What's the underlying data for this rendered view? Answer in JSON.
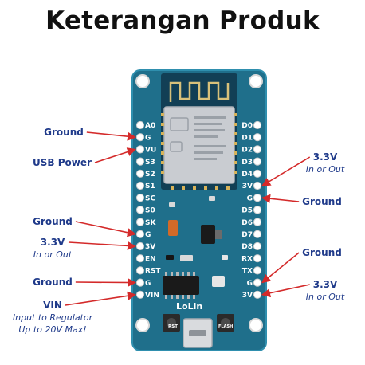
{
  "title": "Keterangan Produk",
  "board": {
    "left_pins": [
      "A0",
      "G",
      "VU",
      "S3",
      "S2",
      "S1",
      "SC",
      "S0",
      "SK",
      "G",
      "3V",
      "EN",
      "RST",
      "G",
      "VIN"
    ],
    "right_pins": [
      "D0",
      "D1",
      "D2",
      "D3",
      "D4",
      "3V",
      "G",
      "D5",
      "D6",
      "D7",
      "D8",
      "RX",
      "TX",
      "G",
      "3V"
    ],
    "brand": "LoLin",
    "rst_label": "RST",
    "flash_label": "FLASH"
  },
  "labels": {
    "left": [
      {
        "id": "ground-1",
        "lines": [
          {
            "text": "Ground",
            "style": "bold"
          }
        ],
        "pin_index": 1
      },
      {
        "id": "usb-power",
        "lines": [
          {
            "text": "USB Power",
            "style": "bold"
          }
        ],
        "pin_index": 2
      },
      {
        "id": "ground-2",
        "lines": [
          {
            "text": "Ground",
            "style": "bold"
          }
        ],
        "pin_index": 9
      },
      {
        "id": "3v3-1",
        "lines": [
          {
            "text": "3.3V",
            "style": "bold"
          },
          {
            "text": "In or Out",
            "style": "italic"
          }
        ],
        "pin_index": 10
      },
      {
        "id": "ground-3",
        "lines": [
          {
            "text": "Ground",
            "style": "bold"
          }
        ],
        "pin_index": 13
      },
      {
        "id": "vin",
        "lines": [
          {
            "text": "VIN",
            "style": "bold"
          },
          {
            "text": "Input to Regulator",
            "style": "italic"
          },
          {
            "text": "Up to 20V Max!",
            "style": "italic"
          }
        ],
        "pin_index": 14
      }
    ],
    "right": [
      {
        "id": "3v3-r1",
        "lines": [
          {
            "text": "3.3V",
            "style": "bold"
          },
          {
            "text": "In or Out",
            "style": "italic"
          }
        ],
        "pin_index": 5
      },
      {
        "id": "ground-r1",
        "lines": [
          {
            "text": "Ground",
            "style": "bold"
          }
        ],
        "pin_index": 6
      },
      {
        "id": "ground-r2",
        "lines": [
          {
            "text": "Ground",
            "style": "bold"
          }
        ],
        "pin_index": 13
      },
      {
        "id": "3v3-r2",
        "lines": [
          {
            "text": "3.3V",
            "style": "bold"
          },
          {
            "text": "In or Out",
            "style": "italic"
          }
        ],
        "pin_index": 14
      }
    ]
  },
  "colors": {
    "board": "#1f6f8b",
    "board_edge": "#2f8fae",
    "label": "#1f3a8a",
    "arrow": "#d42a2a",
    "shield": "#c9ccd1",
    "chip": "#1a1a1a",
    "regulator": "#d26a28"
  }
}
